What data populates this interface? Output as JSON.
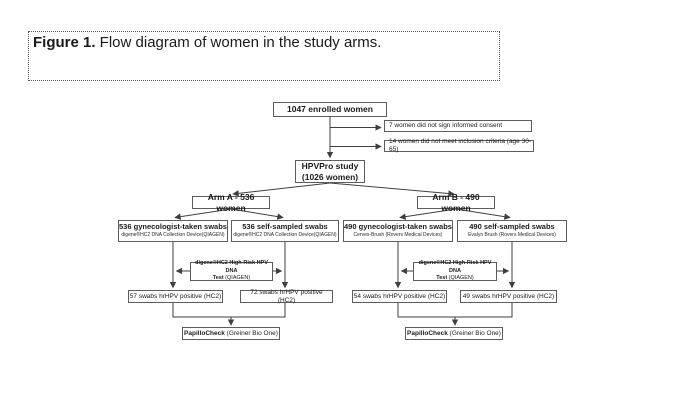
{
  "figure_caption": {
    "label": "Figure 1.",
    "text": " Flow diagram of women in the study arms."
  },
  "flow": {
    "enrolled": "1047 enrolled women",
    "exclusion_1": "7 women did not sign informed consent",
    "exclusion_2": "14 women did not meet inclusion criteria (age 30-65)",
    "study_name": "HPVPro study",
    "study_count": "(1026 women)",
    "arm_a": {
      "label": "Arm A - 536 women",
      "gyn_swabs": "536 gynecologist-taken swabs",
      "gyn_device": "digene®HC2 DNA Collection Device(QIAGEN)",
      "self_swabs": "536 self-sampled swabs",
      "self_device": "digene®HC2 DNA Collection Device(QIAGEN)",
      "test_line1": "digene®HC2 High-Risk HPV DNA",
      "test_bold": "Test",
      "test_rest": " (QIAGEN)",
      "gyn_positive": "57 swabs hrHPV positive (HC2)",
      "self_positive": "72 swabs hrHPV positive (HC2)",
      "final_bold": "PapilloCheck",
      "final_rest": " (Greiner Bio One)"
    },
    "arm_b": {
      "label": "Arm B - 490 women",
      "gyn_swabs": "490 gynecologist-taken swabs",
      "gyn_device": "Cervex-Brush (Rovers Medical Devices)",
      "self_swabs": "490 self-sampled swabs",
      "self_device": "Evalyn Brush (Rovers Medical Devices)",
      "test_line1": "digene®HC2 High-Risk HPV DNA",
      "test_bold": "Test",
      "test_rest": " (QIAGEN)",
      "gyn_positive": "54 swabs hrHPV positive (HC2)",
      "self_positive": "49 swabs hrHPV positive (HC2)",
      "final_bold": "PapilloCheck",
      "final_rest": " (Greiner Bio One)"
    }
  },
  "colors": {
    "line": "#3f3f3f",
    "border": "#5d5d5d",
    "text": "#1a1a1a"
  }
}
